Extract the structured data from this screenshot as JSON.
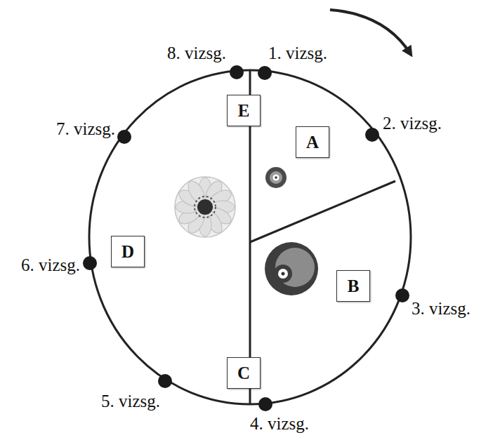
{
  "diagram": {
    "nodes": [
      {
        "text": [
          "E"
        ]
      },
      {
        "text": [
          "A"
        ]
      },
      {
        "text": [
          "D"
        ]
      },
      {
        "text": [
          "B"
        ]
      },
      {
        "text": [
          "C"
        ]
      }
    ],
    "labels": [
      "8. vizsg.",
      "1. vizsg.",
      "7. vizsg.",
      "2. vizsg.",
      "6. vizsg.",
      "3. vizsg.",
      "5. vizsg.",
      "4. vizsg."
    ]
  }
}
